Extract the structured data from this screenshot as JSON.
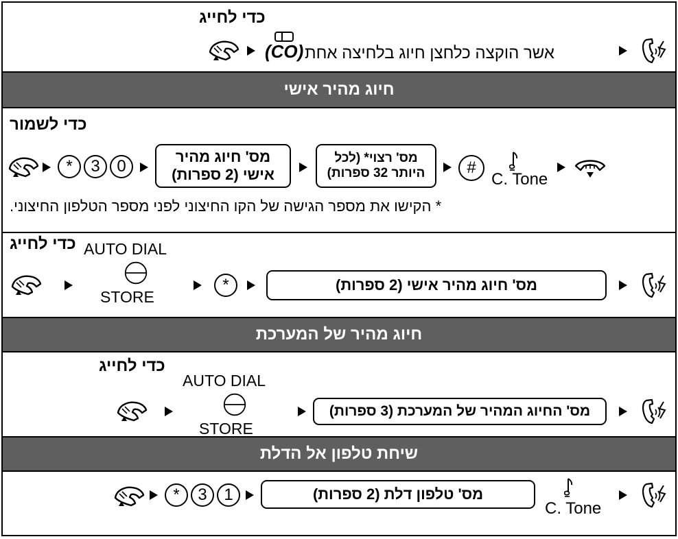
{
  "s1": {
    "heading": "כדי לחייג",
    "desc": "אשר הוקצה כלחצן חיוג בלחיצה אחת",
    "co_key": "(CO)"
  },
  "s2": {
    "title": "חיוג מהיר אישי",
    "store_heading": "כדי לשמור",
    "keys": [
      "0",
      "3",
      "*"
    ],
    "box_personal_line1": "מס' חיוג מהיר",
    "box_personal_line2": "אישי (2 ספרות)",
    "box_desired_line1": "מס' רצוי* (לכל",
    "box_desired_line2": "היותר 32 ספרות)",
    "hash_key": "#",
    "ctone": "C. Tone",
    "footnote": "* הקישו את מספר הגישה של הקו החיצוני לפני מספר הטלפון החיצוני.",
    "dial_heading": "כדי לחייג",
    "auto_dial": "AUTO DIAL",
    "store": "STORE",
    "star_key": "*",
    "dial_box": "מס' חיוג מהיר אישי (2 ספרות)"
  },
  "s3": {
    "title": "חיוג מהיר של המערכת",
    "dial_heading": "כדי לחייג",
    "auto_dial": "AUTO DIAL",
    "store": "STORE",
    "dial_box": "מס' החיוג המהיר של המערכת (3 ספרות)"
  },
  "s4": {
    "title": "שיחת טלפון אל הדלת",
    "keys": [
      "1",
      "3",
      "*"
    ],
    "door_box": "מס' טלפון דלת (2 ספרות)",
    "ctone": "C. Tone"
  }
}
